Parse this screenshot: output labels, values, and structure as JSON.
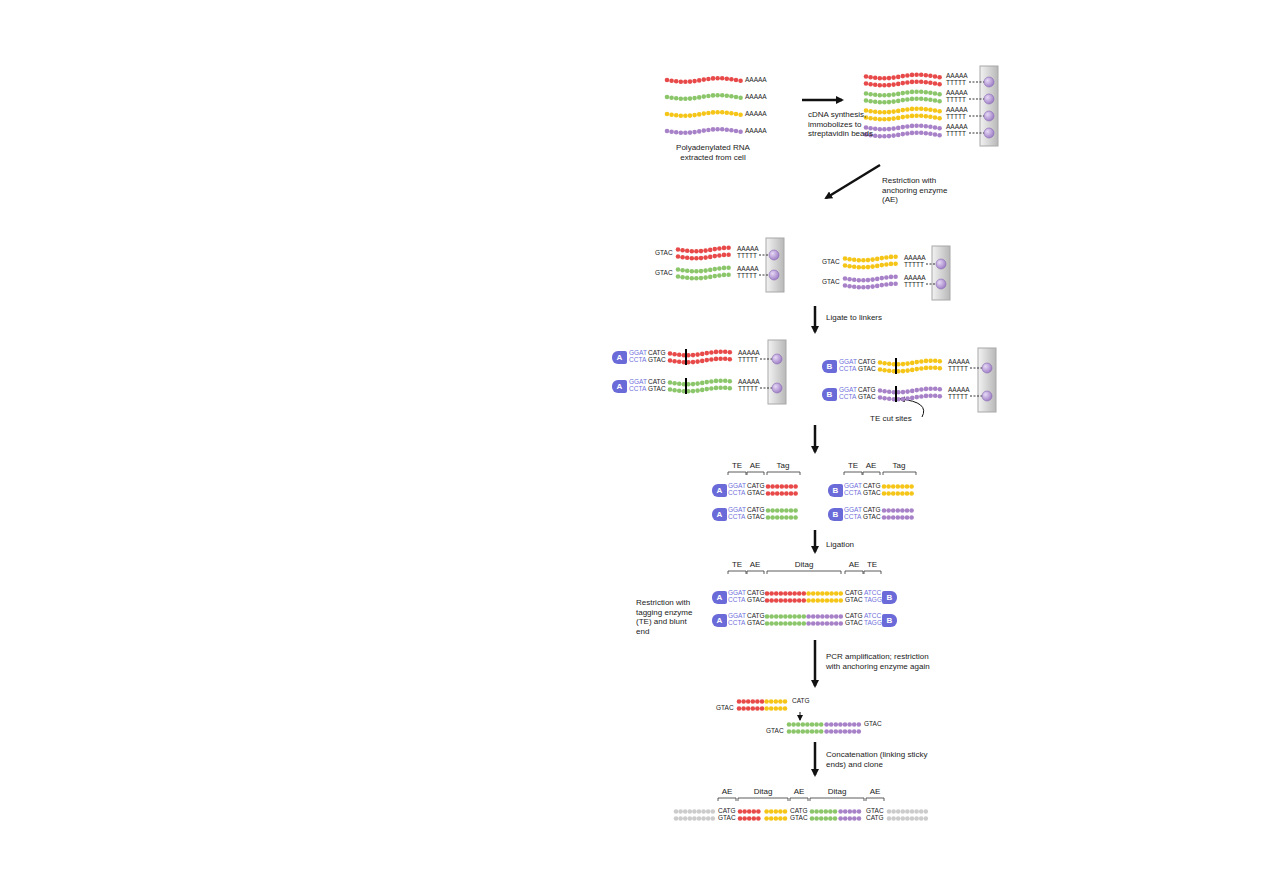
{
  "diagram": {
    "nodes": [
      {
        "text": [
          "A"
        ]
      },
      {
        "text": [
          "A"
        ]
      },
      {
        "text": [
          "B"
        ]
      },
      {
        "text": [
          "B"
        ]
      },
      {
        "text": [
          "A"
        ]
      },
      {
        "text": [
          "A"
        ]
      },
      {
        "text": [
          "B"
        ]
      },
      {
        "text": [
          "B"
        ]
      },
      {
        "text": [
          "A"
        ]
      },
      {
        "text": [
          "B"
        ]
      },
      {
        "text": [
          "A"
        ]
      },
      {
        "text": [
          "B"
        ]
      }
    ],
    "labels": [
      "AAAAA",
      "AAAAA",
      "AAAAA",
      "AAAAA",
      "Polyadenylated RNA extracted from cell",
      "cDNA synthesis, immobolizes to streptavidin beads",
      "AAAAA",
      "TTTTT",
      "AAAAA",
      "TTTTT",
      "AAAAA",
      "TTTTT",
      "AAAAA",
      "TTTTT",
      "Restriction with anchoring enzyme (AE)",
      "GTAC",
      "AAAAA",
      "TTTTT",
      "GTAC",
      "AAAAA",
      "TTTTT",
      "GTAC",
      "AAAAA",
      "TTTTT",
      "GTAC",
      "AAAAA",
      "TTTTT",
      "Ligate to linkers",
      "GGAT",
      "CATG",
      "CCTA",
      "GTAC",
      "AAAAA",
      "TTTTT",
      "GGAT",
      "CATG",
      "CCTA",
      "GTAC",
      "AAAAA",
      "TTTTT",
      "GGAT",
      "CATG",
      "CCTA",
      "GTAC",
      "AAAAA",
      "TTTTT",
      "GGAT",
      "CATG",
      "CCTA",
      "GTAC",
      "AAAAA",
      "TTTTT",
      "TE cut sites",
      "TE",
      "AE",
      "Tag",
      "TE",
      "AE",
      "Tag",
      "GGAT",
      "CATG",
      "CCTA",
      "GTAC",
      "GGAT",
      "CATG",
      "CCTA",
      "GTAC",
      "GGAT",
      "CATG",
      "CCTA",
      "GTAC",
      "GGAT",
      "CATG",
      "CCTA",
      "GTAC",
      "Ligation",
      "Restriction with tagging enzyme (TE) and blunt end",
      "TE",
      "AE",
      "Ditag",
      "AE",
      "TE",
      "GGAT",
      "CATG",
      "CATG",
      "ATCC",
      "CCTA",
      "GTAC",
      "GTAC",
      "TAGG",
      "GGAT",
      "CATG",
      "CATG",
      "ATCC",
      "CCTA",
      "GTAC",
      "GTAC",
      "TAGG",
      "PCR amplification; restriction with anchoring enzyme again",
      "GTAC",
      "CATG",
      "GTAC",
      "GTAC",
      "Concatenation (linking sticky ends) and clone",
      "AE",
      "Ditag",
      "AE",
      "Ditag",
      "AE",
      "CATG",
      "GTAC",
      "CATG",
      "GTAC",
      "GTAC",
      "CATG"
    ]
  }
}
